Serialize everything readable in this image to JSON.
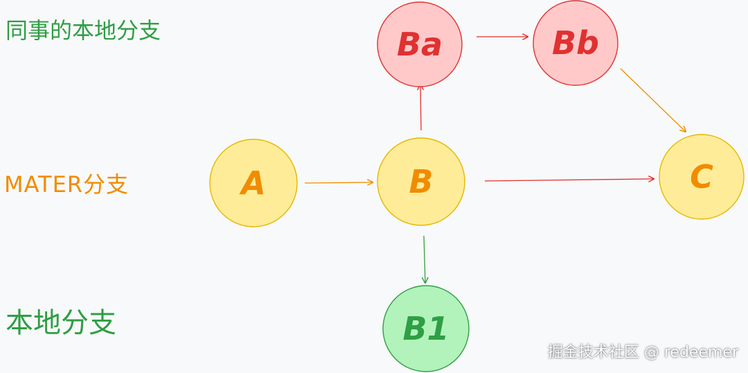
{
  "labels": {
    "colleague_branch": "同事的本地分支",
    "master_branch": "MATER分支",
    "local_branch": "本地分支"
  },
  "nodes": {
    "a": "A",
    "b": "B",
    "c": "C",
    "ba": "Ba",
    "bb": "Bb",
    "b1": "B1"
  },
  "colors": {
    "yellow_fill": "#ffec99",
    "yellow_stroke": "#e6b800",
    "yellow_text": "#f08c00",
    "red_fill": "#ffc9c9",
    "red_stroke": "#e03131",
    "red_text": "#e03131",
    "green_fill": "#b2f2bb",
    "green_stroke": "#2f9e44",
    "green_text": "#2f9e44",
    "orange_arrow": "#f08c00"
  },
  "watermark": "掘金技术社区 @ redeemer"
}
